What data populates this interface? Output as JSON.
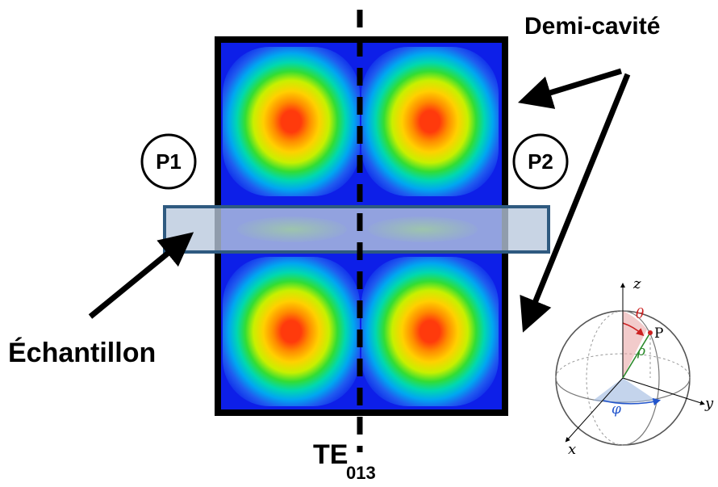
{
  "diagram": {
    "labels": {
      "half_cavity": "Demi-cavité",
      "sample": "Échantillon",
      "port1": "P1",
      "port2": "P2",
      "mode_base": "TE",
      "mode_sub": "013"
    },
    "sphere": {
      "z_label": "z",
      "y_label": "y",
      "x_label": "x",
      "theta_label": "θ",
      "rho_label": "ρ",
      "phi_label": "φ",
      "point_label": "P"
    },
    "colors": {
      "cavity_border": "#000000",
      "field_low": "#0d1fe8",
      "field_high": "#ff3a0c",
      "sample_fill": "#b8c8dc",
      "sample_edge": "#2f5a80",
      "theta_color": "#cc2222",
      "rho_color": "#2a8a2a",
      "phi_color": "#2255cc"
    }
  }
}
